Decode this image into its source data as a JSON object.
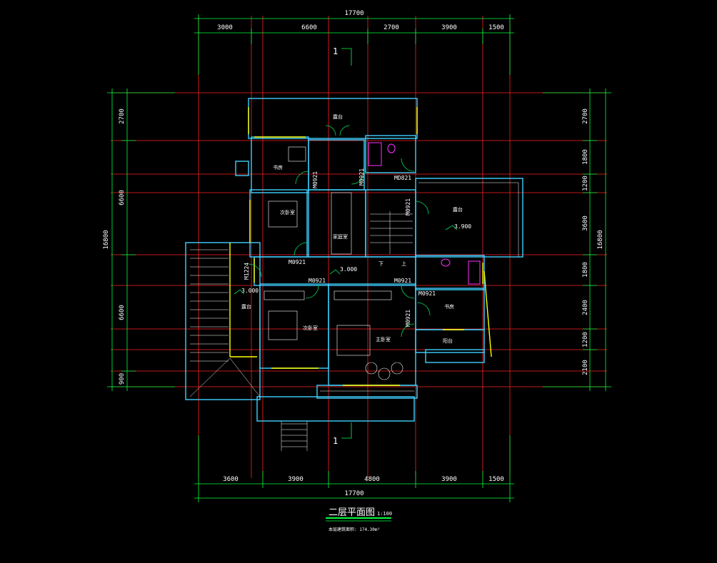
{
  "drawing": {
    "title": "二层平面图",
    "scale": "1:100",
    "area_note": "本层建筑面积: 174.30m²",
    "section_mark": "1",
    "colors": {
      "grid": "#ff2020",
      "dim": "#00ff40",
      "wall": "#3fd0ff",
      "window": "#ffff00",
      "fixture": "#ff30ff",
      "furniture": "#ffffff",
      "green_room": "#00e060"
    }
  },
  "dims": {
    "top_total": "17700",
    "top": [
      "3000",
      "6600",
      "2700",
      "3900",
      "1500"
    ],
    "bottom_total": "17700",
    "bottom": [
      "3600",
      "3900",
      "4800",
      "3900",
      "1500"
    ],
    "left_total": "16800",
    "left": [
      "2700",
      "6600",
      "6600",
      "900"
    ],
    "right_total": "16800",
    "right": [
      "2700",
      "1800",
      "1200",
      "3600",
      "1800",
      "2400",
      "1200",
      "2100"
    ]
  },
  "doors": {
    "m0921_a": "M0921",
    "m0921_b": "M0921",
    "md821": "MD821",
    "m0921_c": "M0921",
    "m0921_d": "M0921",
    "m1224": "M1224",
    "m0921_e": "M0921",
    "m0921_f": "M0921",
    "m0921_g": "M0921",
    "m0921_h": "M0921"
  },
  "elevations": {
    "hall": "3.000",
    "terrace_left": "3.000",
    "terrace_right": "3.900"
  },
  "rooms": {
    "top_balcony": "露台",
    "study_top": "书房",
    "bedroom_upper": "次卧室",
    "family_room": "家庭室",
    "terrace_right": "露台",
    "terrace_left": "露台",
    "bedroom_lower": "次卧室",
    "master_bedroom": "主卧室",
    "study_right": "书房",
    "balcony_right": "阳台",
    "stair_down": "下",
    "stair_up": "上"
  }
}
